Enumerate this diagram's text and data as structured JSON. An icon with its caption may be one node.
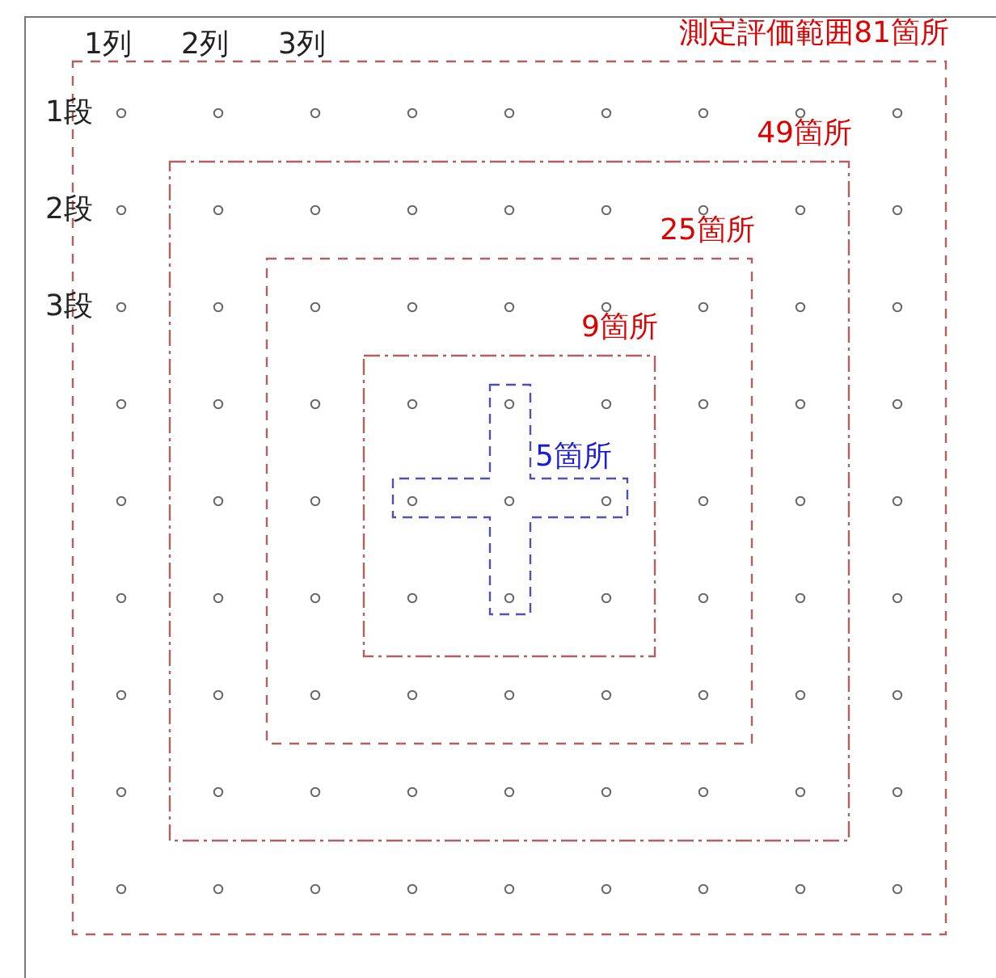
{
  "diagram": {
    "nodes": [
      {
        "text": [
          "測定評価範囲81箇所"
        ]
      },
      {
        "text": [
          "49箇所"
        ],
        "in": 0
      },
      {
        "text": [
          "25箇所"
        ],
        "in": 1
      },
      {
        "text": [
          "9箇所"
        ],
        "in": 2
      },
      {
        "text": [
          "5箇所"
        ],
        "in": 3
      }
    ],
    "labels": [
      "1列",
      "2列",
      "3列",
      "1段",
      "2段",
      "3段"
    ]
  }
}
